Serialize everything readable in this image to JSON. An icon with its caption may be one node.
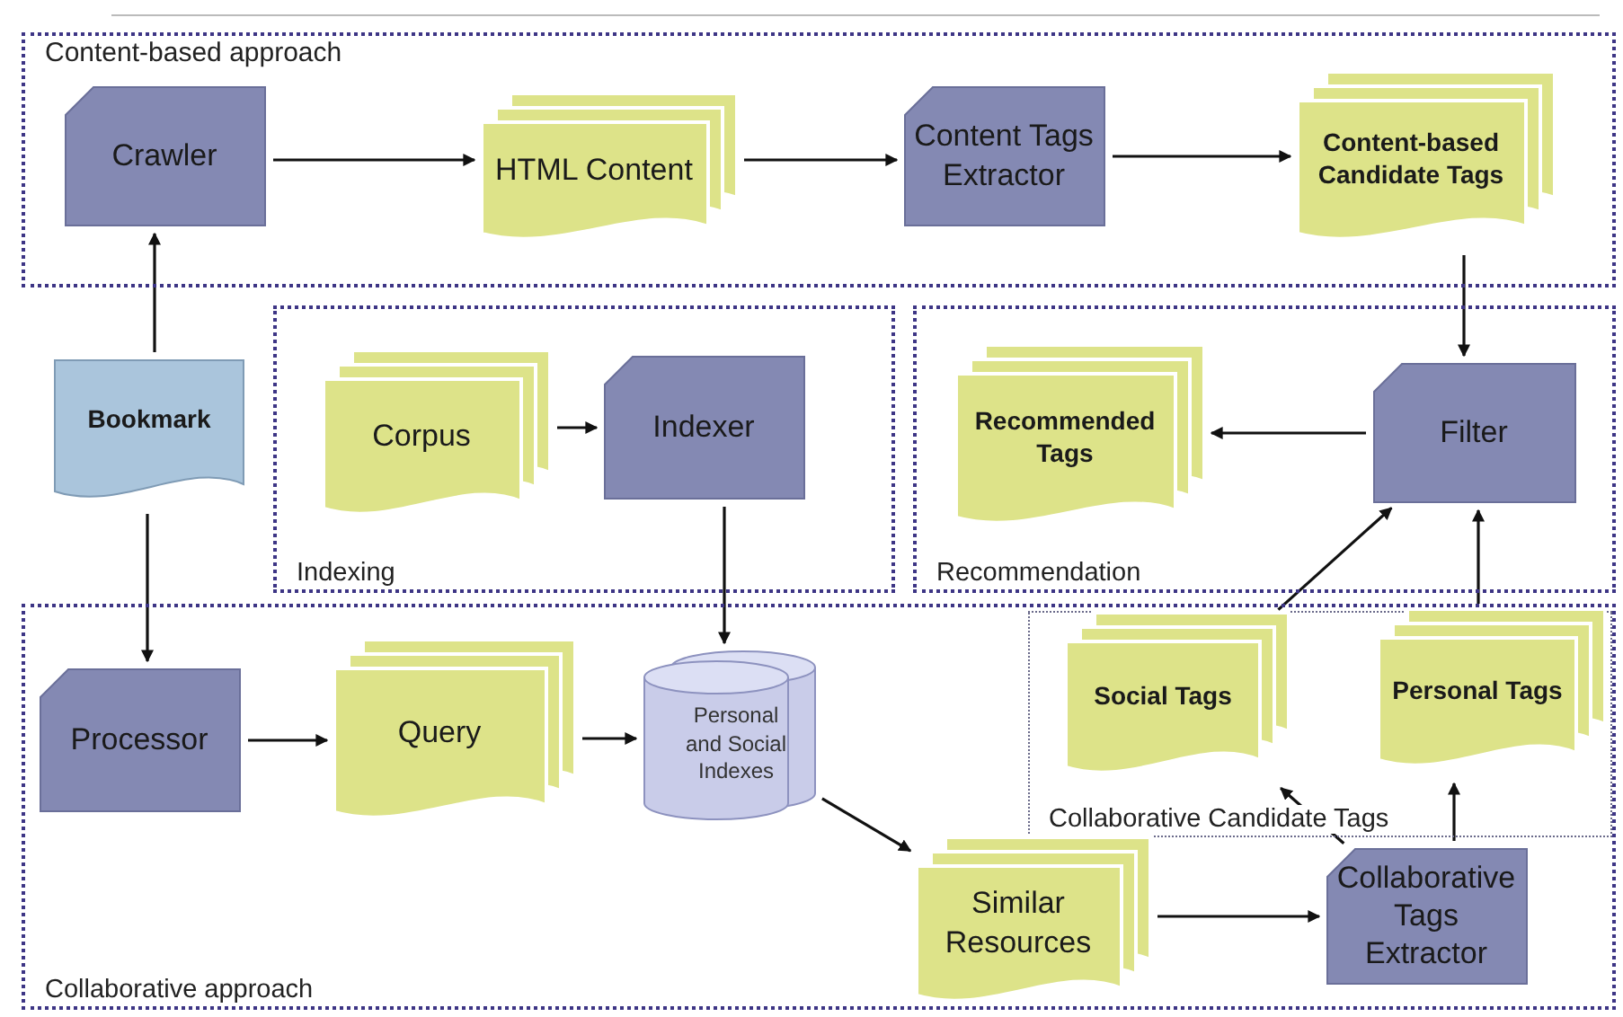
{
  "diagram": {
    "nodes": [
      {
        "text": [
          "Content-based approach"
        ]
      },
      {
        "text": [
          "Crawler"
        ],
        "in": 0
      },
      {
        "text": [
          "HTML Content"
        ],
        "in": 0
      },
      {
        "text": [
          "Content Tags Extractor"
        ],
        "in": 0
      },
      {
        "text": [
          "Content-based Candidate Tags"
        ],
        "in": 0
      },
      {
        "text": [
          "Bookmark"
        ]
      },
      {
        "text": [
          "Indexing"
        ]
      },
      {
        "text": [
          "Corpus"
        ],
        "in": 6
      },
      {
        "text": [
          "Indexer"
        ],
        "in": 6
      },
      {
        "text": [
          "Recommendation"
        ]
      },
      {
        "text": [
          "Recommended Tags"
        ],
        "in": 9
      },
      {
        "text": [
          "Filter"
        ],
        "in": 9
      },
      {
        "text": [
          "Collaborative approach"
        ]
      },
      {
        "text": [
          "Processor"
        ],
        "in": 12
      },
      {
        "text": [
          "Query"
        ],
        "in": 12
      },
      {
        "text": [
          "Personal and Social Indexes"
        ],
        "in": 12
      },
      {
        "text": [
          "Collaborative Candidate Tags"
        ],
        "in": 12
      },
      {
        "text": [
          "Social Tags"
        ],
        "in": 16
      },
      {
        "text": [
          "Personal Tags"
        ],
        "in": 16
      },
      {
        "text": [
          "Similar Resources"
        ],
        "in": 12
      },
      {
        "text": [
          "Collaborative Tags Extractor"
        ],
        "in": 12
      }
    ],
    "edges": [
      {
        "from": 5,
        "to": 1,
        "arrow": "to"
      },
      {
        "from": 1,
        "to": 2,
        "arrow": "to"
      },
      {
        "from": 2,
        "to": 3,
        "arrow": "to"
      },
      {
        "from": 3,
        "to": 4,
        "arrow": "to"
      },
      {
        "from": 4,
        "to": 11,
        "arrow": "to"
      },
      {
        "from": 11,
        "to": 10,
        "arrow": "to"
      },
      {
        "from": 7,
        "to": 8,
        "arrow": "to"
      },
      {
        "from": 5,
        "to": 13,
        "arrow": "to"
      },
      {
        "from": 8,
        "to": 15,
        "arrow": "to"
      },
      {
        "from": 13,
        "to": 14,
        "arrow": "to"
      },
      {
        "from": 14,
        "to": 15,
        "arrow": "to"
      },
      {
        "from": 15,
        "to": 19,
        "arrow": "to"
      },
      {
        "from": 19,
        "to": 20,
        "arrow": "to"
      },
      {
        "from": 20,
        "to": 17,
        "arrow": "to"
      },
      {
        "from": 20,
        "to": 18,
        "arrow": "to"
      },
      {
        "from": 17,
        "to": 11,
        "arrow": "to"
      },
      {
        "from": 18,
        "to": 11,
        "arrow": "to"
      }
    ]
  }
}
